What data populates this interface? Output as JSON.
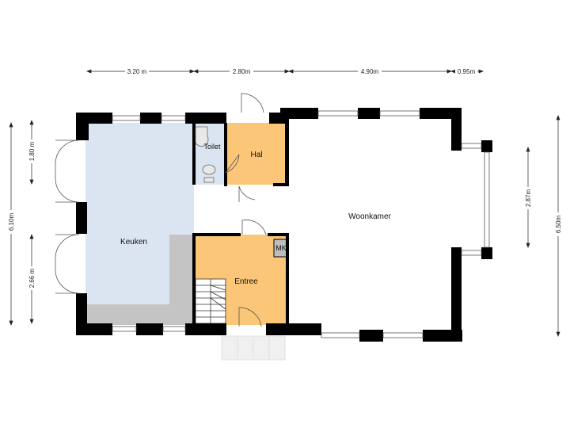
{
  "rooms": {
    "keuken": "Keuken",
    "toilet": "Toilet",
    "hal": "Hal",
    "entree": "Entree",
    "woonkamer": "Woonkamer",
    "mk": "MK"
  },
  "dimensions": {
    "top_keuken": "3.20 m",
    "top_toilet_hal": "2.80m",
    "top_woonkamer": "4.90m",
    "top_extension": "0.95m",
    "left_total": "6.10m",
    "left_upper": "1.80 m",
    "left_lower": "2.66 m",
    "right_total": "6.50m",
    "right_bay": "2.87m"
  },
  "colors": {
    "kitchen_fill": "#dbe5f1",
    "hal_fill": "#fbc677",
    "wall": "#000000",
    "floor_texture": "#c4c4c4"
  }
}
